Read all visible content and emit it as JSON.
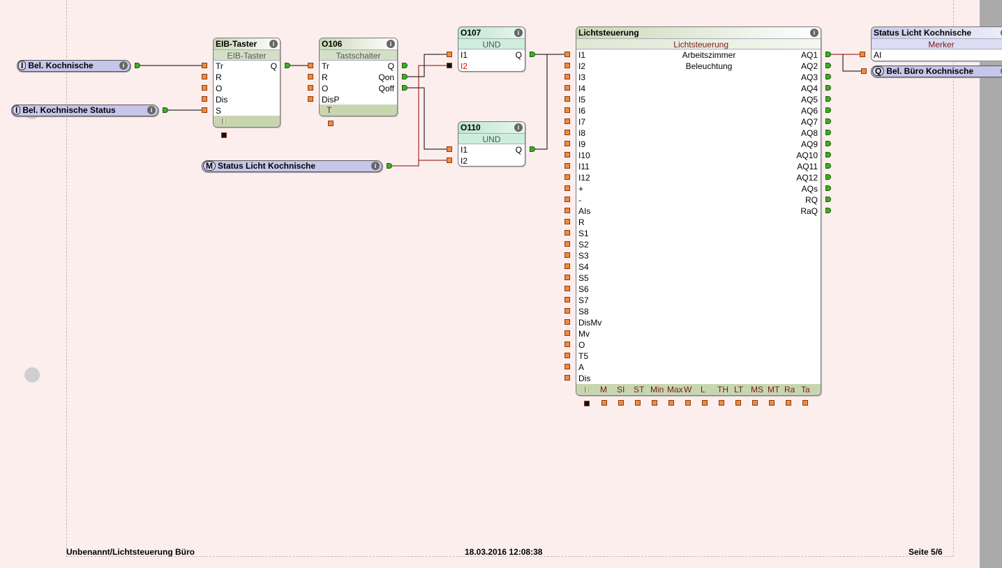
{
  "inputs": [
    {
      "tag": "I",
      "label": "Bel. Kochnische"
    },
    {
      "tag": "I",
      "label": "Bel. Kochnische Status"
    },
    {
      "tag": "M",
      "label": "Status Licht Kochnische"
    },
    {
      "tag": "Q",
      "label": "Bel. Büro Kochnische"
    }
  ],
  "blocks": {
    "eib": {
      "title": "EIB-Taster",
      "subtitle": "EIB-Taster",
      "inputs": [
        "Tr",
        "R",
        "O",
        "Dis",
        "S"
      ],
      "outputs": [
        "Q"
      ]
    },
    "o106": {
      "title": "O106",
      "subtitle": "Tastschalter",
      "inputs": [
        "Tr",
        "R",
        "O",
        "DisP"
      ],
      "outputs": [
        "Q",
        "Qon",
        "Qoff"
      ],
      "footer": [
        "T"
      ]
    },
    "o107": {
      "title": "O107",
      "subtitle": "UND",
      "inputs": [
        "I1",
        "I2"
      ],
      "outputs": [
        "Q"
      ]
    },
    "o110": {
      "title": "O110",
      "subtitle": "UND",
      "inputs": [
        "I1",
        "I2"
      ],
      "outputs": [
        "Q"
      ]
    },
    "ls": {
      "title": "Lichtsteuerung",
      "subtitle": "Lichtsteuerung",
      "desc": [
        "Arbeitszimmer",
        "Beleuchtung"
      ],
      "inputs": [
        "I1",
        "I2",
        "I3",
        "I4",
        "I5",
        "I6",
        "I7",
        "I8",
        "I9",
        "I10",
        "I11",
        "I12",
        "+",
        "-",
        "AIs",
        "R",
        "S1",
        "S2",
        "S3",
        "S4",
        "S5",
        "S6",
        "S7",
        "S8",
        "DisMv",
        "Mv",
        "O",
        "T5",
        "A",
        "Dis"
      ],
      "outputs": [
        "AQ1",
        "AQ2",
        "AQ3",
        "AQ4",
        "AQ5",
        "AQ6",
        "AQ7",
        "AQ8",
        "AQ9",
        "AQ10",
        "AQ11",
        "AQ12",
        "AQs",
        "RQ",
        "RaQ"
      ],
      "footer": [
        "M",
        "SI",
        "ST",
        "Min",
        "Max",
        "W",
        "L",
        "TH",
        "LT",
        "MS",
        "MT",
        "Ra",
        "Ta"
      ]
    },
    "merker": {
      "title": "Status Licht Kochnische",
      "subtitle": "Merker",
      "inputs": [
        "AI"
      ],
      "outputs": []
    }
  },
  "footer": {
    "path": "Unbenannt/Lichtsteuerung Büro",
    "datetime": "18.03.2016 12:08:38",
    "page": "Seite 5/6"
  },
  "info_glyph": "i",
  "colors": {
    "background": "#fdeeee",
    "input_pin": "#f08a3c",
    "output_pin": "#3cb11e",
    "wire": "#000000",
    "wire_analog": "#8b0000"
  }
}
